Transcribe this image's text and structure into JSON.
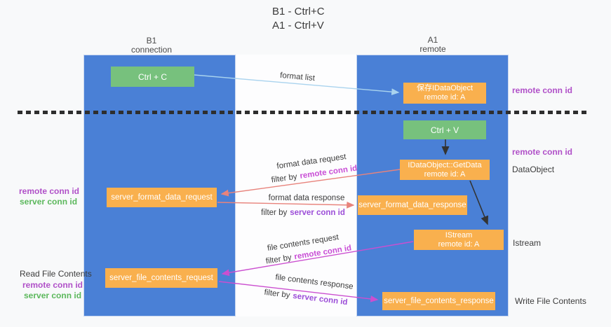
{
  "title": {
    "line1": "B1 - Ctrl+C",
    "line2": "A1 - Ctrl+V"
  },
  "lifelines": {
    "left": {
      "name": "B1",
      "role": "connection"
    },
    "right": {
      "name": "A1",
      "role": "remote"
    }
  },
  "boxes": {
    "ctrl_c": {
      "label": "Ctrl + C"
    },
    "ctrl_v": {
      "label": "Ctrl + V"
    },
    "save_dataobject": {
      "line1": "保存IDataObject",
      "line2": "remote id: A"
    },
    "getdata": {
      "line1": "IDataObject::GetData",
      "line2": "remote id: A"
    },
    "istream": {
      "line1": "IStream",
      "line2": "remote id: A"
    },
    "format_request": {
      "label": "server_format_data_request"
    },
    "format_response": {
      "label": "server_format_data_response"
    },
    "file_request": {
      "label": "server_file_contents_request"
    },
    "file_response": {
      "label": "server_file_contents_response"
    }
  },
  "arrow_labels": {
    "format_list": "format list",
    "format_data_request": "format data request",
    "format_data_response": "format data response",
    "file_contents_request": "file contents request",
    "file_contents_response": "file contents response",
    "filter_by": "filter by",
    "remote_conn_id": "remote conn id",
    "server_conn_id": "server conn id"
  },
  "side_labels": {
    "remote_conn_id": "remote conn id",
    "server_conn_id": "server conn id",
    "dataobject": "DataObject",
    "istream": "Istream",
    "read_file_contents": "Read File Contents",
    "write_file_contents": "Write File Contents"
  },
  "colors": {
    "lifeline_blue": "#4a80d6",
    "box_orange": "#f9b04e",
    "box_green": "#77c17d",
    "arrow_black": "#333333",
    "arrow_salmon": "#e8837c",
    "arrow_magenta": "#cb4fd0",
    "arrow_lightblue": "#a9d3ee",
    "label_purple": "#b050c8",
    "label_magenta": "#c94fd6",
    "label_violet": "#9c4ed8",
    "label_green": "#5cb85c"
  }
}
